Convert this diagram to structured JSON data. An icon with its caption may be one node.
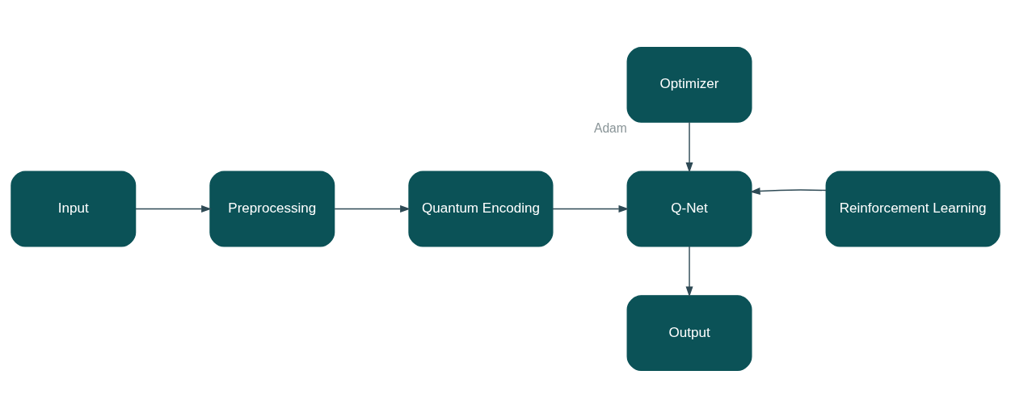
{
  "diagram": {
    "nodes": [
      {
        "text": [
          "Input"
        ]
      },
      {
        "text": [
          "Preprocessing"
        ]
      },
      {
        "text": [
          "Quantum Encoding"
        ]
      },
      {
        "text": [
          "Optimizer"
        ],
        "beside": [
          "Adam"
        ]
      },
      {
        "text": [
          "Q-Net"
        ]
      },
      {
        "text": [
          "Reinforcement Learning"
        ]
      },
      {
        "text": [
          "Output"
        ]
      }
    ],
    "edges": [
      {
        "from": 0,
        "to": 1,
        "arrow": "to"
      },
      {
        "from": 1,
        "to": 2,
        "arrow": "to"
      },
      {
        "from": 2,
        "to": 4,
        "arrow": "to"
      },
      {
        "from": 3,
        "to": 4,
        "arrow": "to"
      },
      {
        "from": 5,
        "to": 4,
        "arrow": "to"
      },
      {
        "from": 4,
        "to": 6,
        "arrow": "to"
      }
    ]
  }
}
